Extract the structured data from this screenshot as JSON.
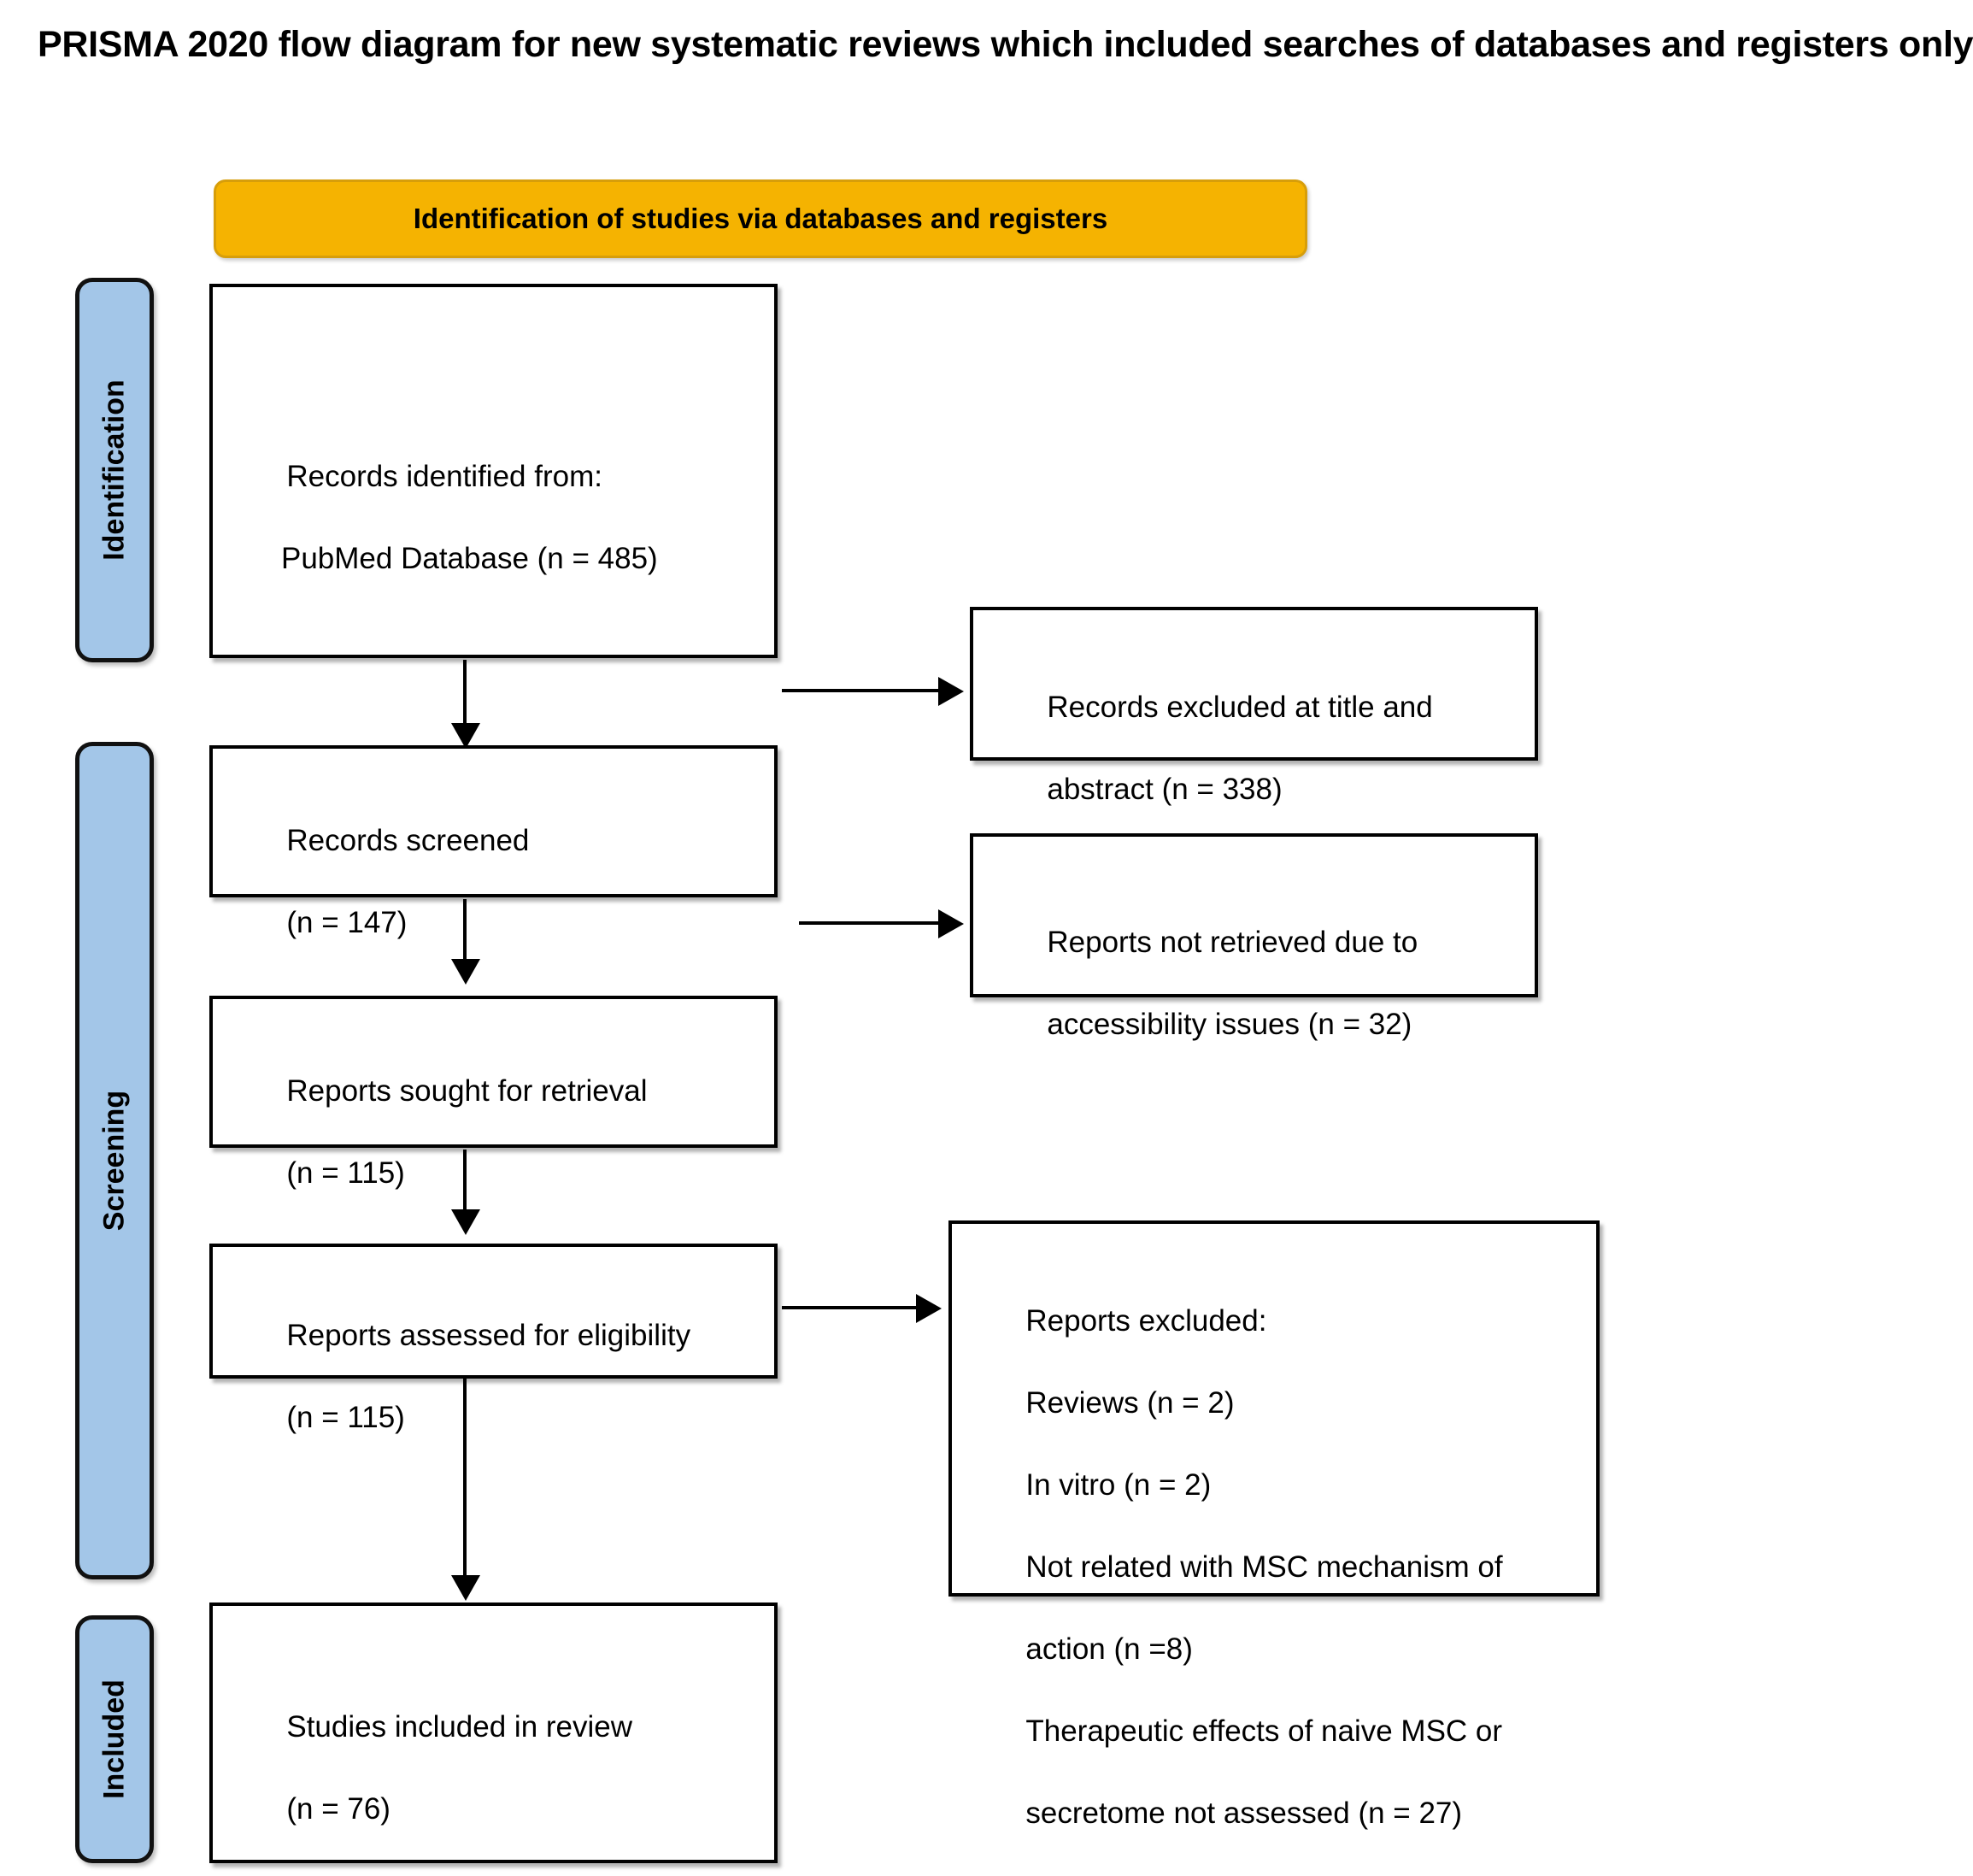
{
  "title": "PRISMA 2020 flow diagram for new systematic reviews which included searches of databases and registers only",
  "banner": {
    "label": "Identification of studies via databases and registers",
    "fill_color": "#F5B301",
    "border_color": "#D79E0A"
  },
  "stage_tabs": [
    {
      "id": "identification",
      "label": "Identification",
      "fill_color": "#A3C6E8"
    },
    {
      "id": "screening",
      "label": "Screening",
      "fill_color": "#A3C6E8"
    },
    {
      "id": "included",
      "label": "Included",
      "fill_color": "#A3C6E8"
    }
  ],
  "boxes": {
    "records_identified": {
      "line1": "Records identified from:",
      "line2": "PubMed Database (n = 485)"
    },
    "records_excluded": {
      "line1": "Records excluded at title and",
      "line2": "abstract (n = 338)"
    },
    "records_screened": {
      "line1": "Records screened",
      "line2": "(n = 147)"
    },
    "reports_not_retrieved": {
      "line1": "Reports not retrieved due to",
      "line2": "accessibility issues (n = 32)"
    },
    "reports_sought": {
      "line1": "Reports sought for retrieval",
      "line2": "(n = 115)"
    },
    "reports_assessed": {
      "line1": "Reports assessed for eligibility",
      "line2": "(n = 115)"
    },
    "reports_excluded": {
      "line1": "Reports excluded:",
      "line2": "Reviews (n = 2)",
      "line3": "In vitro (n = 2)",
      "line4": "Not related with MSC mechanism of",
      "line5": "action (n =8)",
      "line6": "Therapeutic effects of naive MSC or",
      "line7": "secretome not assessed (n = 27)"
    },
    "studies_included": {
      "line1": "Studies included in review",
      "line2": "(n = 76)"
    }
  },
  "chart_data": {
    "type": "diagram",
    "title": "PRISMA 2020 flow diagram for new systematic reviews which included searches of databases and registers only",
    "stages": [
      "Identification",
      "Screening",
      "Included"
    ],
    "nodes": [
      {
        "id": "records_identified",
        "stage": "Identification",
        "label": "Records identified from: PubMed Database",
        "n": 485
      },
      {
        "id": "records_excluded",
        "stage": "Identification",
        "label": "Records excluded at title and abstract",
        "n": 338
      },
      {
        "id": "records_screened",
        "stage": "Screening",
        "label": "Records screened",
        "n": 147
      },
      {
        "id": "reports_not_retrieved",
        "stage": "Screening",
        "label": "Reports not retrieved due to accessibility issues",
        "n": 32
      },
      {
        "id": "reports_sought",
        "stage": "Screening",
        "label": "Reports sought for retrieval",
        "n": 115
      },
      {
        "id": "reports_assessed",
        "stage": "Screening",
        "label": "Reports assessed for eligibility",
        "n": 115
      },
      {
        "id": "reports_excluded",
        "stage": "Screening",
        "label": "Reports excluded",
        "reasons": [
          {
            "reason": "Reviews",
            "n": 2
          },
          {
            "reason": "In vitro",
            "n": 2
          },
          {
            "reason": "Not related with MSC mechanism of action",
            "n": 8
          },
          {
            "reason": "Therapeutic effects of naive MSC or secretome not assessed",
            "n": 27
          }
        ]
      },
      {
        "id": "studies_included",
        "stage": "Included",
        "label": "Studies included in review",
        "n": 76
      }
    ],
    "edges": [
      {
        "from": "records_identified",
        "to": "records_excluded",
        "direction": "right"
      },
      {
        "from": "records_identified",
        "to": "records_screened",
        "direction": "down"
      },
      {
        "from": "records_screened",
        "to": "reports_not_retrieved",
        "direction": "right"
      },
      {
        "from": "records_screened",
        "to": "reports_sought",
        "direction": "down"
      },
      {
        "from": "reports_sought",
        "to": "reports_assessed",
        "direction": "down"
      },
      {
        "from": "reports_assessed",
        "to": "reports_excluded",
        "direction": "right"
      },
      {
        "from": "reports_assessed",
        "to": "studies_included",
        "direction": "down"
      }
    ]
  }
}
